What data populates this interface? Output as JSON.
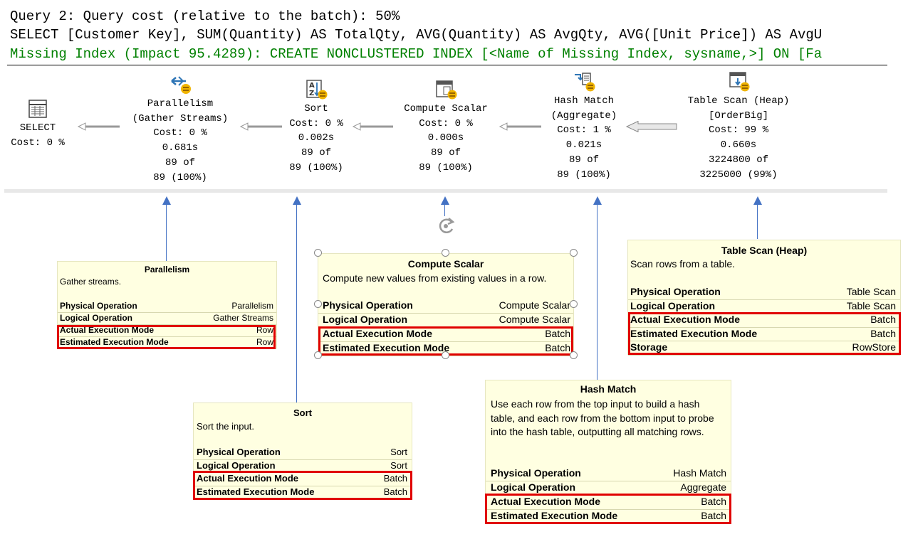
{
  "header": {
    "query_line": "Query 2: Query cost (relative to the batch): 50%",
    "sql_line": "SELECT [Customer Key], SUM(Quantity) AS TotalQty, AVG(Quantity) AS AvgQty, AVG([Unit Price]) AS AvgU",
    "missing_index_line": "Missing Index (Impact 95.4289): CREATE NONCLUSTERED INDEX [<Name of Missing Index, sysname,>] ON [Fa"
  },
  "plan": {
    "nodes": [
      {
        "lines": [
          "SELECT",
          "Cost: 0 %"
        ],
        "icon": "select-icon"
      },
      {
        "lines": [
          "Parallelism",
          "(Gather Streams)",
          "Cost: 0 %",
          "0.681s",
          "89 of",
          "89 (100%)"
        ],
        "icon": "parallelism-icon"
      },
      {
        "lines": [
          "Sort",
          "Cost: 0 %",
          "0.002s",
          "89 of",
          "89 (100%)"
        ],
        "icon": "sort-icon"
      },
      {
        "lines": [
          "Compute Scalar",
          "Cost: 0 %",
          "0.000s",
          "89 of",
          "89 (100%)"
        ],
        "icon": "compute-scalar-icon"
      },
      {
        "lines": [
          "Hash Match",
          "(Aggregate)",
          "Cost: 1 %",
          "0.021s",
          "89 of",
          "89 (100%)"
        ],
        "icon": "hash-match-icon"
      },
      {
        "lines": [
          "Table Scan (Heap)",
          "[OrderBig]",
          "Cost: 99 %",
          "0.660s",
          "3224800 of",
          "3225000 (99%)"
        ],
        "icon": "table-scan-icon"
      }
    ]
  },
  "tooltips": {
    "parallelism": {
      "title": "Parallelism",
      "desc": "Gather streams.",
      "rows": [
        {
          "k": "Physical Operation",
          "v": "Parallelism"
        },
        {
          "k": "Logical Operation",
          "v": "Gather Streams"
        },
        {
          "k": "Actual Execution Mode",
          "v": "Row"
        },
        {
          "k": "Estimated Execution Mode",
          "v": "Row"
        }
      ]
    },
    "compute_scalar": {
      "title": "Compute Scalar",
      "desc": "Compute new values from existing values in a row.",
      "rows": [
        {
          "k": "Physical Operation",
          "v": "Compute Scalar"
        },
        {
          "k": "Logical Operation",
          "v": "Compute Scalar"
        },
        {
          "k": "Actual Execution Mode",
          "v": "Batch"
        },
        {
          "k": "Estimated Execution Mode",
          "v": "Batch"
        }
      ]
    },
    "table_scan": {
      "title": "Table Scan (Heap)",
      "desc": "Scan rows from a table.",
      "rows": [
        {
          "k": "Physical Operation",
          "v": "Table Scan"
        },
        {
          "k": "Logical Operation",
          "v": "Table Scan"
        },
        {
          "k": "Actual Execution Mode",
          "v": "Batch"
        },
        {
          "k": "Estimated Execution Mode",
          "v": "Batch"
        },
        {
          "k": "Storage",
          "v": "RowStore"
        }
      ]
    },
    "sort": {
      "title": "Sort",
      "desc": "Sort the input.",
      "rows": [
        {
          "k": "Physical Operation",
          "v": "Sort"
        },
        {
          "k": "Logical Operation",
          "v": "Sort"
        },
        {
          "k": "Actual Execution Mode",
          "v": "Batch"
        },
        {
          "k": "Estimated Execution Mode",
          "v": "Batch"
        }
      ]
    },
    "hash_match": {
      "title": "Hash Match",
      "desc": "Use each row from the top input to build a hash table, and each row from the bottom input to probe into the hash table, outputting all matching rows.",
      "rows": [
        {
          "k": "Physical Operation",
          "v": "Hash Match"
        },
        {
          "k": "Logical Operation",
          "v": "Aggregate"
        },
        {
          "k": "Actual Execution Mode",
          "v": "Batch"
        },
        {
          "k": "Estimated Execution Mode",
          "v": "Batch"
        }
      ]
    }
  },
  "colors": {
    "highlight": "#e00000",
    "connector": "#4472c4",
    "tooltip_bg": "#ffffe1",
    "missing_index": "#008000"
  }
}
